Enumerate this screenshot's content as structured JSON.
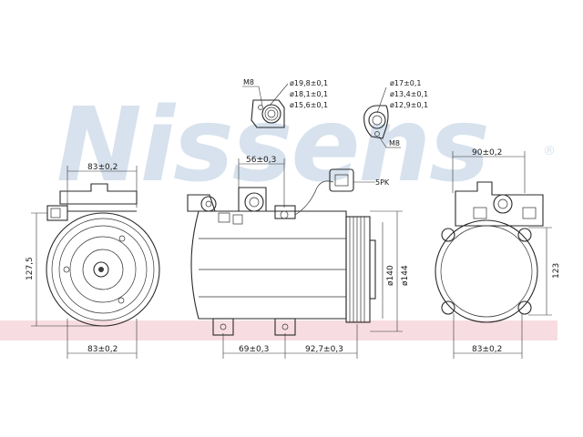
{
  "watermark": {
    "brand": "Nissens",
    "registered_mark": "®",
    "band_color": "#f7dde2",
    "logo_color": "#d7e2ee"
  },
  "labels": {
    "thread_left": "M8",
    "thread_right": "M8",
    "belt": "5PK"
  },
  "port_left": {
    "d1": "ø19,8±0,1",
    "d2": "ø18,1±0,1",
    "d3": "ø15,6±0,1"
  },
  "port_right": {
    "d1": "ø17±0,1",
    "d2": "ø13,4±0,1",
    "d3": "ø12,9±0,1"
  },
  "dimensions": {
    "front_top_width": "83±0,2",
    "front_bottom_width": "83±0,2",
    "front_height": "127,5",
    "side_port_offset": "56±0,3",
    "side_bottom_left": "69±0,3",
    "side_bottom_right": "92,7±0,3",
    "pulley_d1": "ø140",
    "pulley_d2": "ø144",
    "rear_top_width": "90±0,2",
    "rear_bottom_width": "83±0,2",
    "rear_height": "123"
  }
}
